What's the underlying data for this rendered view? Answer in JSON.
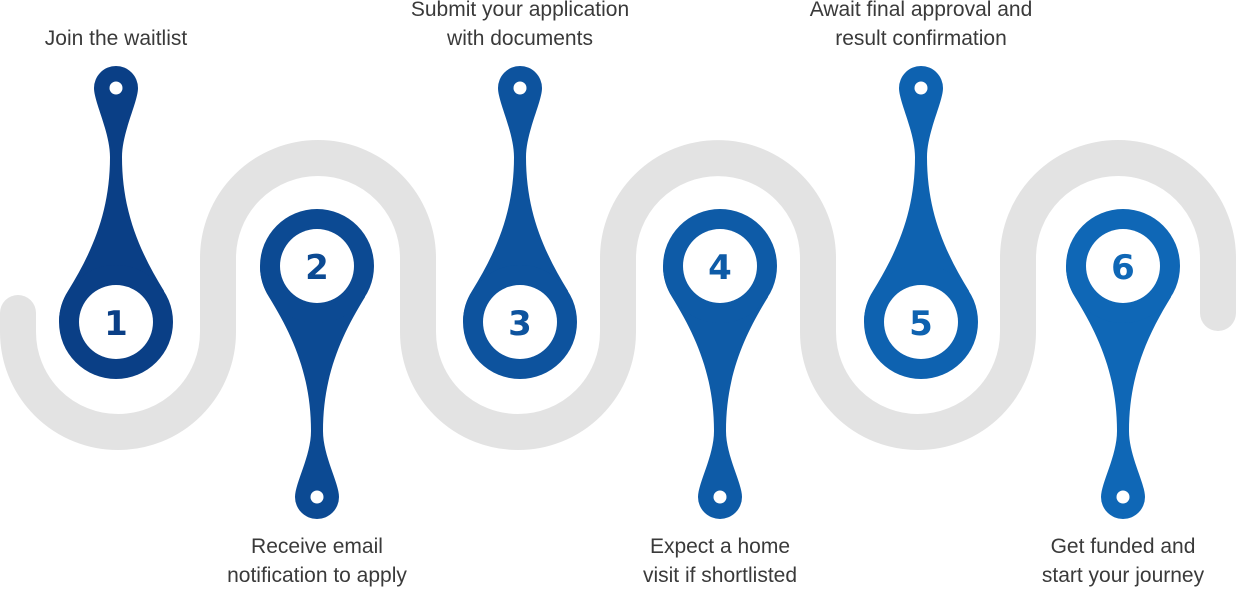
{
  "colors": {
    "track": "#e3e3e3",
    "accent": [
      "#0a3f86",
      "#0c4a93",
      "#0d539e",
      "#0e5ba7",
      "#0e62b0",
      "#0f67b6"
    ],
    "text": "#3a3a3a"
  },
  "steps": [
    {
      "number": "1",
      "lines": [
        "Join the waitlist"
      ]
    },
    {
      "number": "2",
      "lines": [
        "Receive email",
        "notification to apply"
      ]
    },
    {
      "number": "3",
      "lines": [
        "Submit your application",
        "with documents"
      ]
    },
    {
      "number": "4",
      "lines": [
        "Expect a home",
        "visit if shortlisted"
      ]
    },
    {
      "number": "5",
      "lines": [
        "Await final approval and",
        "result confirmation"
      ]
    },
    {
      "number": "6",
      "lines": [
        "Get funded and",
        "start your journey"
      ]
    }
  ]
}
